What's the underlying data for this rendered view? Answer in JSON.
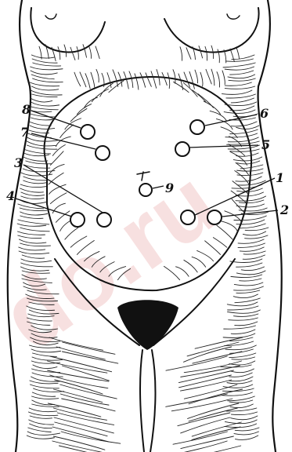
{
  "watermark": "do.ru",
  "points": [
    {
      "label": "1",
      "name": "point-1"
    },
    {
      "label": "2",
      "name": "point-2"
    },
    {
      "label": "3",
      "name": "point-3"
    },
    {
      "label": "4",
      "name": "point-4"
    },
    {
      "label": "5",
      "name": "point-5"
    },
    {
      "label": "6",
      "name": "point-6"
    },
    {
      "label": "7",
      "name": "point-7"
    },
    {
      "label": "8",
      "name": "point-8"
    },
    {
      "label": "9",
      "name": "point-9"
    }
  ]
}
